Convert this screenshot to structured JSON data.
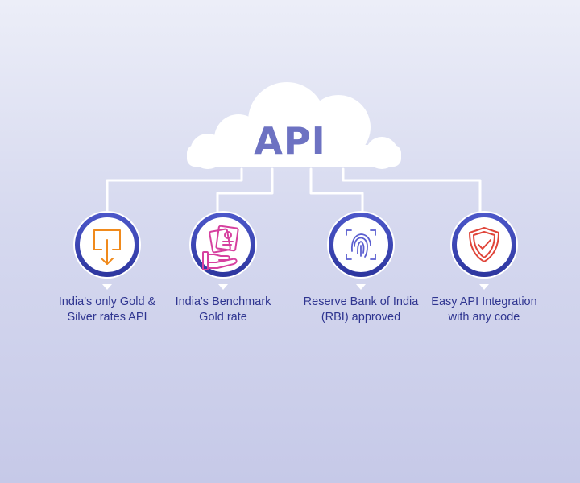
{
  "diagram": {
    "title": "API",
    "colors": {
      "title": "#6d72c2",
      "ring": "#3a45b5",
      "label": "#2f3590",
      "connector": "#ffffff"
    },
    "features": [
      {
        "icon": "download-box-icon",
        "icon_color": "#f08a1c",
        "line1": "India's only Gold &",
        "line2": "Silver rates API"
      },
      {
        "icon": "hand-certificate-icon",
        "icon_color": "#d6409f",
        "line1": "India's Benchmark",
        "line2": "Gold rate"
      },
      {
        "icon": "fingerprint-scan-icon",
        "icon_color": "#5b5fd0",
        "line1": "Reserve Bank of India",
        "line2": "(RBI) approved"
      },
      {
        "icon": "shield-check-icon",
        "icon_color": "#e0453a",
        "line1": "Easy API Integration",
        "line2": "with any code"
      }
    ]
  }
}
